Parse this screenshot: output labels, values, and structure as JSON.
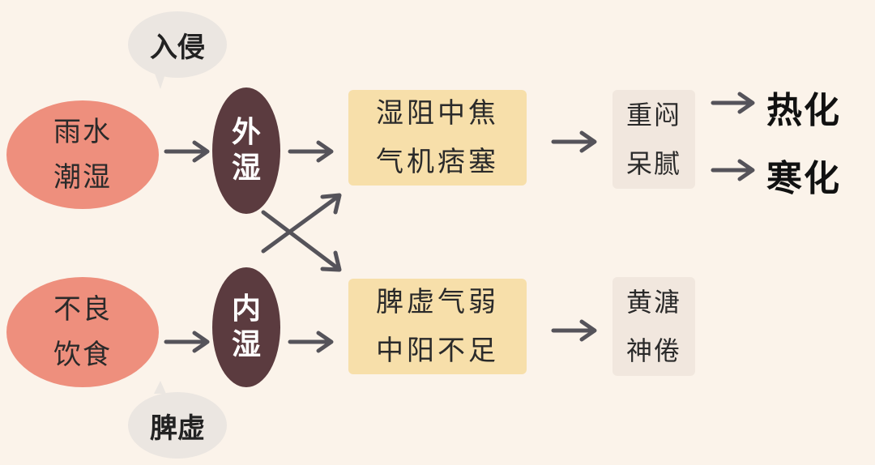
{
  "bubbles": {
    "top": "入侵",
    "bottom": "脾虚"
  },
  "causes": {
    "top": {
      "line1": "雨水",
      "line2": "潮湿"
    },
    "bottom": {
      "line1": "不良",
      "line2": "饮食"
    }
  },
  "types": {
    "top": {
      "line1": "外",
      "line2": "湿"
    },
    "bottom": {
      "line1": "内",
      "line2": "湿"
    }
  },
  "mechanisms": {
    "top": {
      "line1": "湿阻中焦",
      "line2": "气机痞塞"
    },
    "bottom": {
      "line1": "脾虚气弱",
      "line2": "中阳不足"
    }
  },
  "symptoms": {
    "top": {
      "line1": "重闷",
      "line2": "呆腻"
    },
    "bottom": {
      "line1": "黄溏",
      "line2": "神倦"
    }
  },
  "results": {
    "hot": "热化",
    "cold": "寒化"
  },
  "colors": {
    "background": "#fbf3ea",
    "cause_ellipse": "#ee8f7d",
    "type_ellipse": "#5b3b3f",
    "mechanism_box": "#f7dfaa",
    "symptom_box": "#f1e7de",
    "arrow": "#55535a"
  }
}
